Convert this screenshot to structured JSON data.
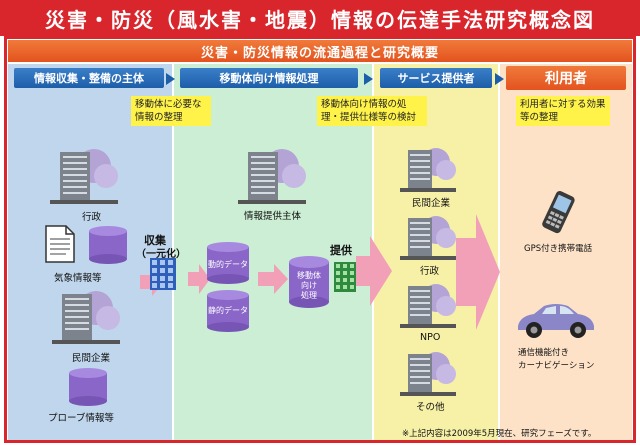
{
  "title": "災害・防災（風水害・地震）情報の伝達手法研究概念図",
  "subtitle": "災害・防災情報の流通過程と研究概要",
  "stages": [
    {
      "label": "情報収集・整備の主体"
    },
    {
      "label": "移動体向け情報処理"
    },
    {
      "label": "サービス提供者"
    },
    {
      "label": "利用者"
    }
  ],
  "notes": [
    {
      "text": "移動体に必要な情報の整理"
    },
    {
      "text": "移動体向け情報の処理・提供仕様等の検討"
    },
    {
      "text": "利用者に対する効果等の整理"
    }
  ],
  "providers": {
    "gov": "行政",
    "weather": "気象情報等",
    "private": "民間企業",
    "probe": "プローブ情報等"
  },
  "processing": {
    "collect": "収集",
    "unify": "（一元化）",
    "dynamic": "動的データ",
    "static": "静的データ",
    "info_provider": "情報提供主体",
    "mobile_processing_1": "移動体",
    "mobile_processing_2": "向け",
    "mobile_processing_3": "処理",
    "provide": "提供"
  },
  "services": [
    "民間企業",
    "行政",
    "NPO",
    "その他"
  ],
  "users": {
    "phone": "GPS付き携帯電話",
    "car_1": "通信機能付き",
    "car_2": "カーナビゲーション"
  },
  "footnote": "※上記内容は2009年5月現在、研究フェーズです。",
  "colors": {
    "title_red": "#d9262c",
    "header_orange": "#e3531f",
    "stage_blue": "#1d5ea9",
    "col_blue": "#bfd6ec",
    "col_green": "#cbeed4",
    "col_yellow": "#f7f1a8",
    "col_orange": "#fde2c8",
    "note_yellow": "#fff34a",
    "cylinder_purple": "#8a66c9",
    "arrow_pink": "#f2a0b8"
  }
}
